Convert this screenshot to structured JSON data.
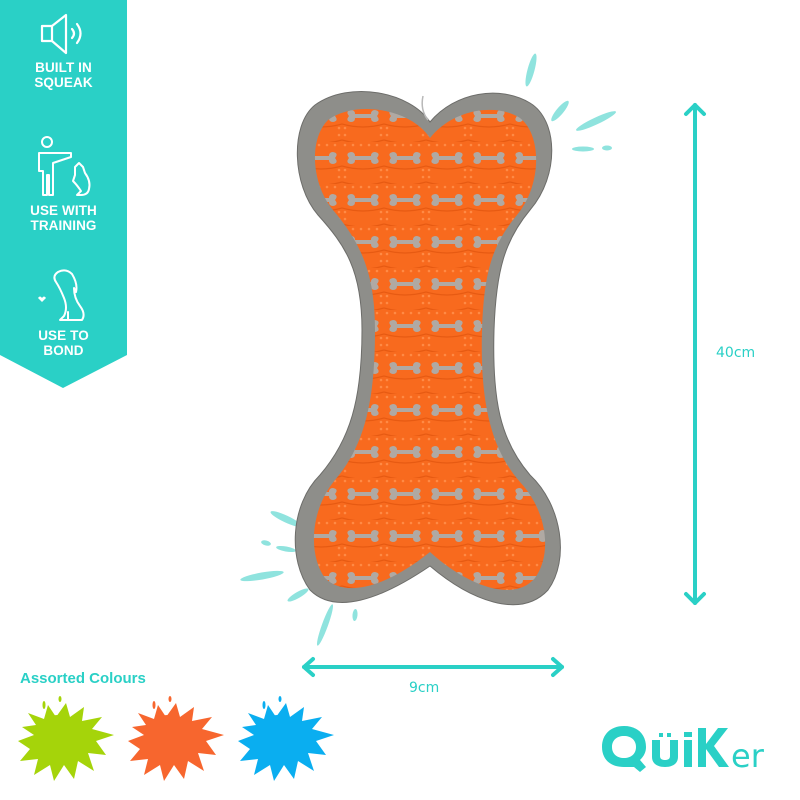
{
  "features": [
    {
      "icon": "speaker-sound-icon",
      "label_line1": "BUILT IN",
      "label_line2": "SQUEAK"
    },
    {
      "icon": "person-training-dog-icon",
      "label_line1": "USE WITH",
      "label_line2": "TRAINING"
    },
    {
      "icon": "dog-heart-icon",
      "label_line1": "USE TO",
      "label_line2": "BOND"
    }
  ],
  "dimensions": {
    "height_label": "40cm",
    "width_label": "9cm"
  },
  "product": {
    "name": "bone-squeak-toy",
    "main_color": "#f86a1e",
    "trim_color": "#8e8e8a"
  },
  "assorted": {
    "title": "Assorted Colours",
    "swatches": [
      {
        "name": "green",
        "color": "#a5d40a"
      },
      {
        "name": "orange",
        "color": "#f7662e"
      },
      {
        "name": "blue",
        "color": "#0aaef0"
      }
    ]
  },
  "brand": {
    "logo_text": "QuiKer",
    "color": "#2ad0c6"
  },
  "colors": {
    "accent": "#2ad0c6",
    "splash": "#8fe3de"
  }
}
